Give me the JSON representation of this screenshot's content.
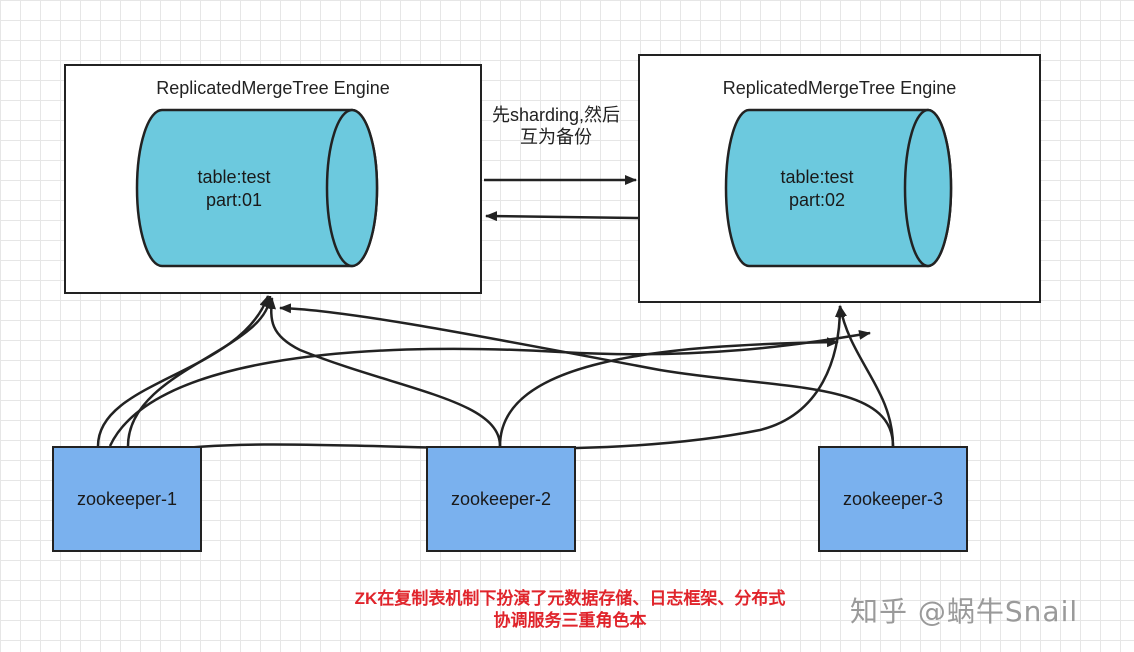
{
  "engines": [
    {
      "title": "ReplicatedMergeTree Engine",
      "table": "table:test",
      "part": "part:01"
    },
    {
      "title": "ReplicatedMergeTree Engine",
      "table": "table:test",
      "part": "part:02"
    }
  ],
  "replication_note": {
    "line1": "先sharding,然后",
    "line2": "互为备份"
  },
  "zookeepers": [
    {
      "label": "zookeeper-1"
    },
    {
      "label": "zookeeper-2"
    },
    {
      "label": "zookeeper-3"
    }
  ],
  "caption": {
    "line1": "ZK在复制表机制下扮演了元数据存储、日志框架、分布式",
    "line2": "协调服务三重角色本"
  },
  "watermark": "知乎 @蜗牛Snail",
  "colors": {
    "cylinder": "#6cc9de",
    "zookeeper": "#7ab1ee",
    "caption": "#e0242b",
    "line": "#222222"
  }
}
